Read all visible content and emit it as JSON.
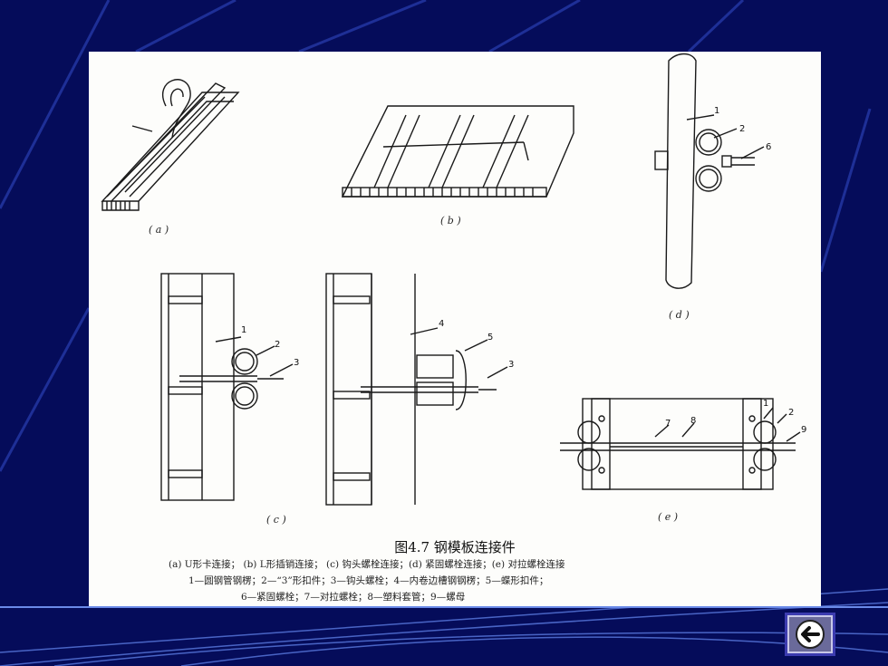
{
  "figure": {
    "sub_a": "( a )",
    "sub_b": "( b )",
    "sub_c": "( c )",
    "sub_d": "( d )",
    "sub_e": "( e )",
    "parts_d": [
      "1",
      "2",
      "6"
    ],
    "parts_c": [
      "1",
      "2",
      "3"
    ],
    "parts_c2": [
      "4",
      "5",
      "3"
    ],
    "parts_e": [
      "7",
      "8",
      "1",
      "2",
      "9"
    ],
    "caption_title": "图4.7   钢模板连接件",
    "caption_line1": "(a)  U形卡连接；  (b)  L形插销连接；  (c)  钩头螺栓连接；(d)  紧固螺栓连接；(e)  对拉螺栓连接",
    "caption_line2": "1—圆钢管钢楞；2—“3”形扣件；3—钩头螺栓；4—内卷边槽钢钢楞；5—蝶形扣件；",
    "caption_line3": "6—紧固螺栓；7—对拉螺栓；8—塑料套管；9—螺母"
  },
  "nav": {
    "back_icon": "left-arrow-icon"
  },
  "colors": {
    "background": "#050c5a",
    "panel": "#fdfdfb",
    "line": "#1a1a1a"
  }
}
